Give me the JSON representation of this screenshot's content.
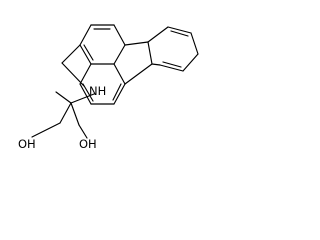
{
  "molecule": {
    "atoms": {
      "amine": "NH",
      "hydroxyl_left": "OH",
      "hydroxyl_right": "OH"
    }
  }
}
